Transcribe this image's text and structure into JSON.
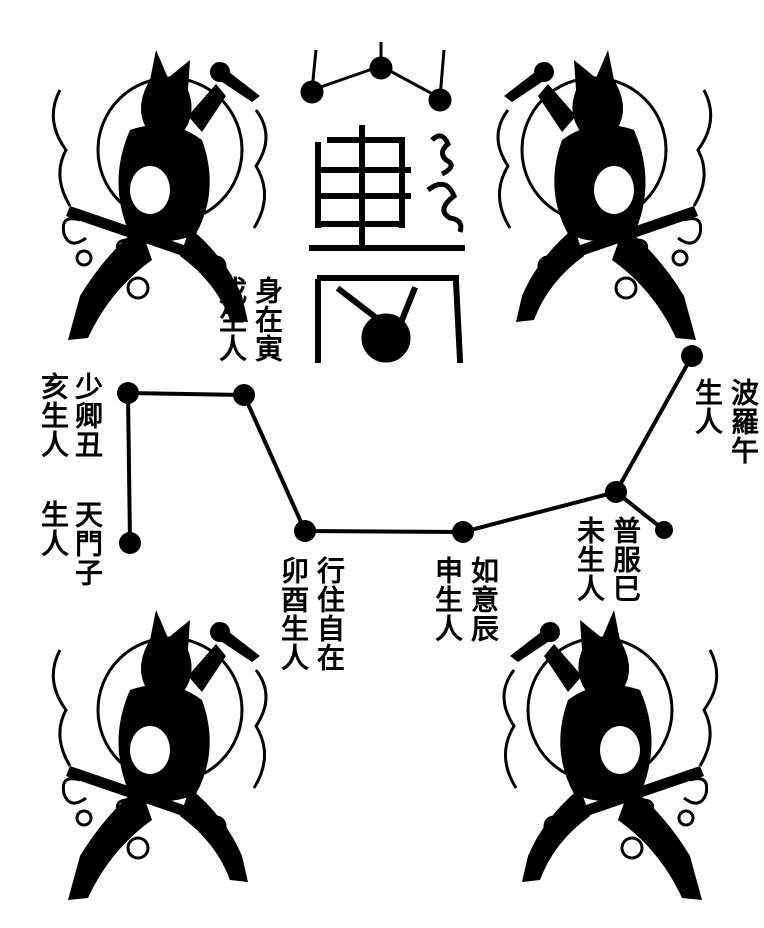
{
  "colors": {
    "ink": "#000000",
    "paper": "#ffffff"
  },
  "figures": [
    {
      "icon": "warrior-deity-icon",
      "position": "top-left"
    },
    {
      "icon": "warrior-deity-icon",
      "position": "top-right"
    },
    {
      "icon": "warrior-deity-icon",
      "position": "bottom-left"
    },
    {
      "icon": "warrior-deity-icon",
      "position": "bottom-right"
    }
  ],
  "talisman": {
    "icon": "talisman-glyph-icon"
  },
  "labels": {
    "shaoqing": {
      "col1": "少卿丑",
      "col2": "亥生人"
    },
    "tianmen": {
      "col1": "天門子",
      "col2": "生人"
    },
    "shenzai": {
      "col1": "身在寅",
      "col2": "戌生人"
    },
    "xingzhu": {
      "col1": "行住自在",
      "col2": "卯酉生人"
    },
    "ruyi": {
      "col1": "如意辰",
      "col2": "申生人"
    },
    "pufu": {
      "col1": "普服巳",
      "col2": "未生人"
    },
    "boluo": {
      "col1": "波羅午",
      "col2": "生人"
    }
  }
}
